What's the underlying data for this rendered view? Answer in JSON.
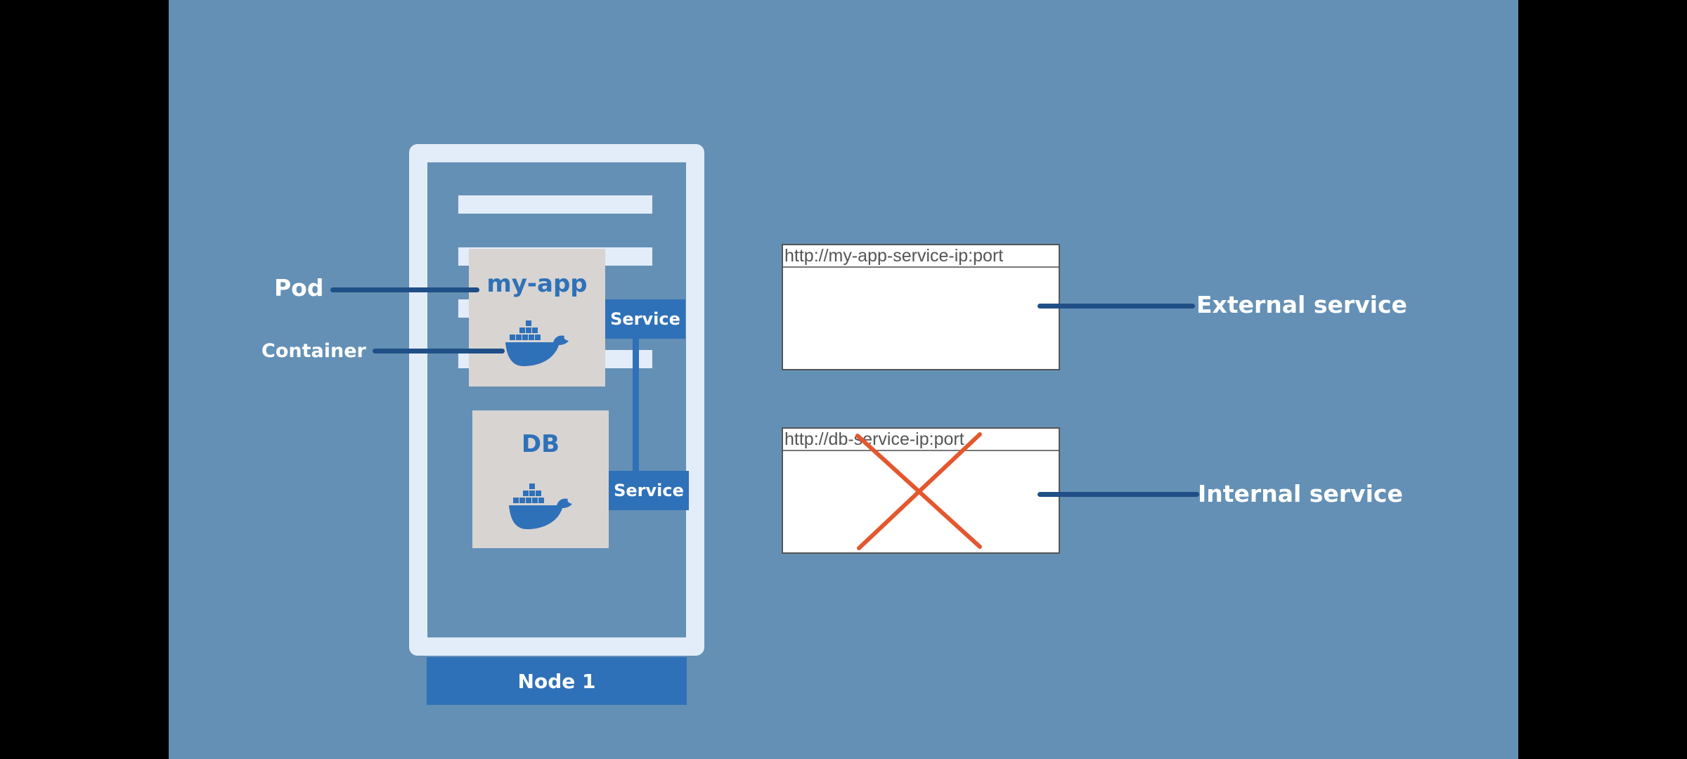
{
  "colors": {
    "background": "#6490b5",
    "node_frame": "#e3ecf9",
    "accent_blue": "#2f71b8",
    "pod_fill": "#d8d4d2",
    "leader_line": "#1f4f86",
    "cross": "#e4572e"
  },
  "node": {
    "label": "Node 1"
  },
  "pods": {
    "app": {
      "title": "my-app",
      "icon": "docker-whale-icon"
    },
    "db": {
      "title": "DB",
      "icon": "docker-whale-icon"
    }
  },
  "services": {
    "app_service": "Service",
    "db_service": "Service"
  },
  "labels": {
    "pod": "Pod",
    "container": "Container",
    "external_service": "External service",
    "internal_service": "Internal service"
  },
  "urls": {
    "external": "http://my-app-service-ip:port",
    "internal": "http://db-service-ip:port",
    "internal_blocked_icon": "cross-icon"
  }
}
